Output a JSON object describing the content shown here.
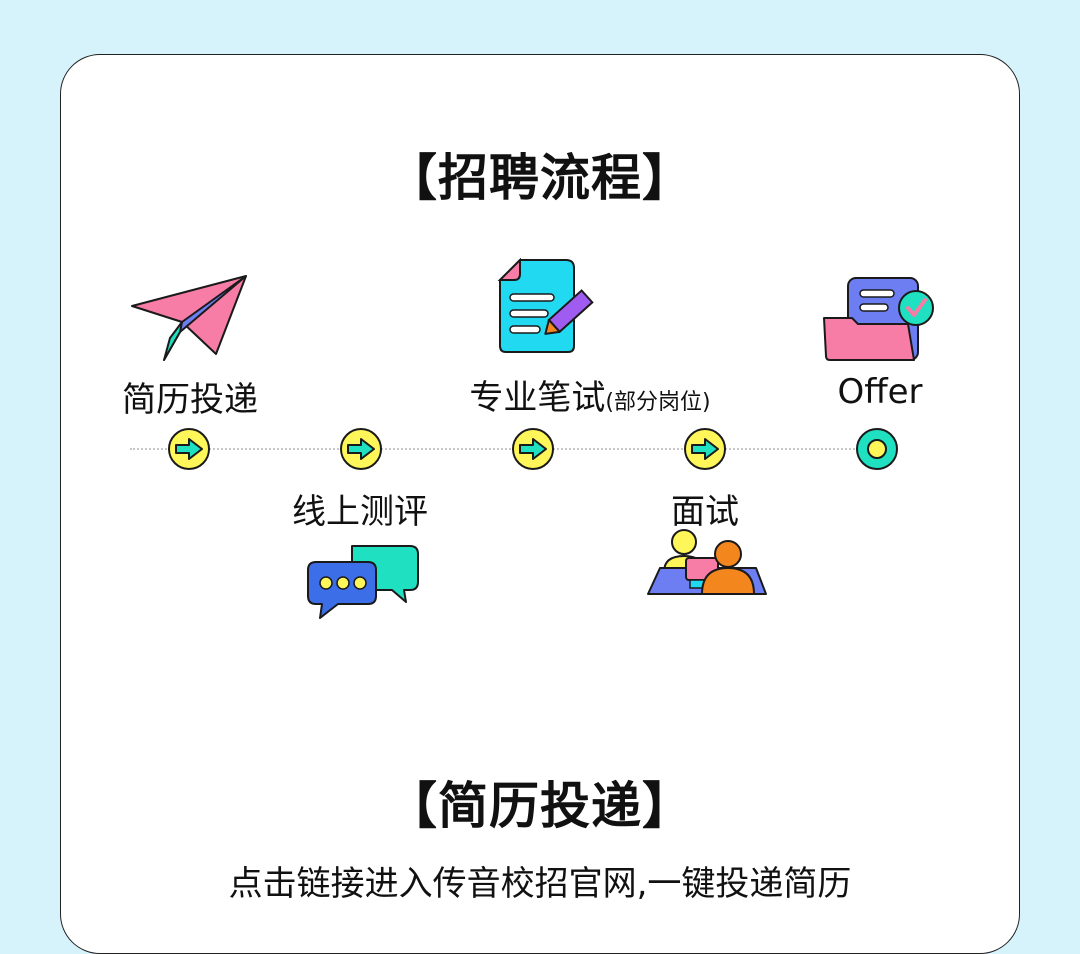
{
  "recruitment": {
    "title": "【招聘流程】",
    "steps": [
      {
        "label": "简历投递",
        "icon": "paper-plane-icon"
      },
      {
        "label": "线上测评",
        "icon": "chat-bubbles-icon"
      },
      {
        "label": "专业笔试",
        "note": "(部分岗位)",
        "icon": "document-pencil-icon"
      },
      {
        "label": "面试",
        "icon": "interview-people-icon"
      },
      {
        "label": "Offer",
        "icon": "offer-folder-icon"
      }
    ]
  },
  "resume": {
    "title": "【简历投递】",
    "description": "点击链接进入传音校招官网,一键投递简历"
  },
  "colors": {
    "background": "#d6f3fc",
    "pink": "#f77ca6",
    "blue": "#6d7ef2",
    "teal": "#1fe0c0",
    "yellow": "#fff65a",
    "cyan": "#22d9f2",
    "orange": "#f4861e",
    "purple": "#a05cf0"
  }
}
